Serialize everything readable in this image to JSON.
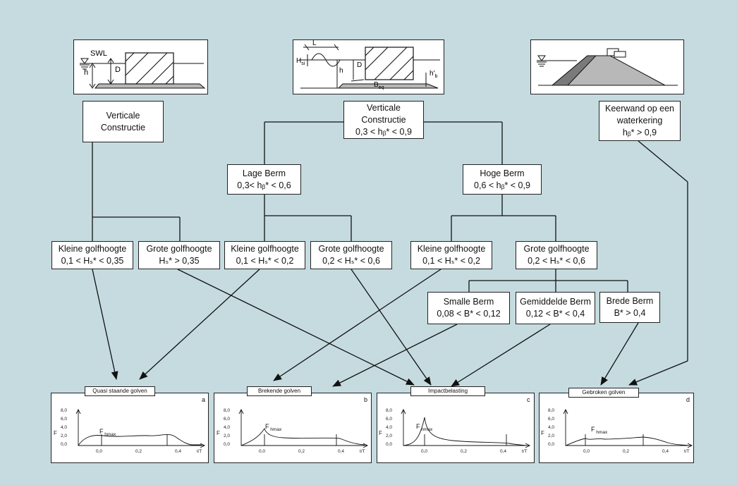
{
  "top_boxes": [
    {
      "line1": "Verticale",
      "line2": "Constructie"
    },
    {
      "line1": "Verticale",
      "line2": "Constructie",
      "line3": "0,3 < hᵦ* < 0,9"
    },
    {
      "line1": "Keerwand op een",
      "line2": "waterkering",
      "line3": "hᵦ* > 0,9"
    }
  ],
  "berm_boxes": [
    {
      "line1": "Lage Berm",
      "line2": "0,3< hᵦ* < 0,6"
    },
    {
      "line1": "Hoge Berm",
      "line2": "0,6 < hᵦ* < 0,9"
    }
  ],
  "wave_boxes": [
    {
      "line1": "Kleine golfhoogte",
      "line2": "0,1 < Hₛ* < 0,35"
    },
    {
      "line1": "Grote golfhoogte",
      "line2": "Hₛ* > 0,35"
    },
    {
      "line1": "Kleine golfhoogte",
      "line2": "0,1 < Hₛ* < 0,2"
    },
    {
      "line1": "Grote golfhoogte",
      "line2": "0,2 < Hₛ* < 0,6"
    },
    {
      "line1": "Kleine golfhoogte",
      "line2": "0,1 < Hₛ* < 0,2"
    },
    {
      "line1": "Grote golfhoogte",
      "line2": "0,2 < Hₛ* < 0,6"
    }
  ],
  "width_boxes": [
    {
      "line1": "Smalle Berm",
      "line2": "0,08 < B* < 0,12"
    },
    {
      "line1": "Gemiddelde Berm",
      "line2": "0,12 < B* < 0,4"
    },
    {
      "line1": "Brede Berm",
      "line2": "B* > 0,4"
    }
  ],
  "schematics": {
    "swl": "SWL",
    "h": "h",
    "D": "D",
    "L": "L",
    "Hsi": "H",
    "Hsi_sub": "si",
    "Beq": "B",
    "Beq_sub": "eq",
    "hb": "h'",
    "hb_sub": "b"
  },
  "panels": [
    {
      "title": "Quasi staande golven",
      "letter": "a"
    },
    {
      "title": "Brekende golven",
      "letter": "b"
    },
    {
      "title": "Impactbelasting",
      "letter": "c"
    },
    {
      "title": "Gebroken golven",
      "letter": "d"
    }
  ],
  "axis": {
    "y_label": "F",
    "y_ticks": [
      "8,0",
      "6,0",
      "4,0",
      "2,0",
      "0,0"
    ],
    "x_ticks": [
      "0,0",
      "0,2",
      "0,4"
    ],
    "x_unit": "t/T",
    "fmax": "F",
    "fmax_sub": "hmax"
  },
  "colors": {
    "background": "#c5dbe0",
    "line": "#222222",
    "dark_fill": "#7a7a7a",
    "light_fill": "#b8b8b8"
  }
}
